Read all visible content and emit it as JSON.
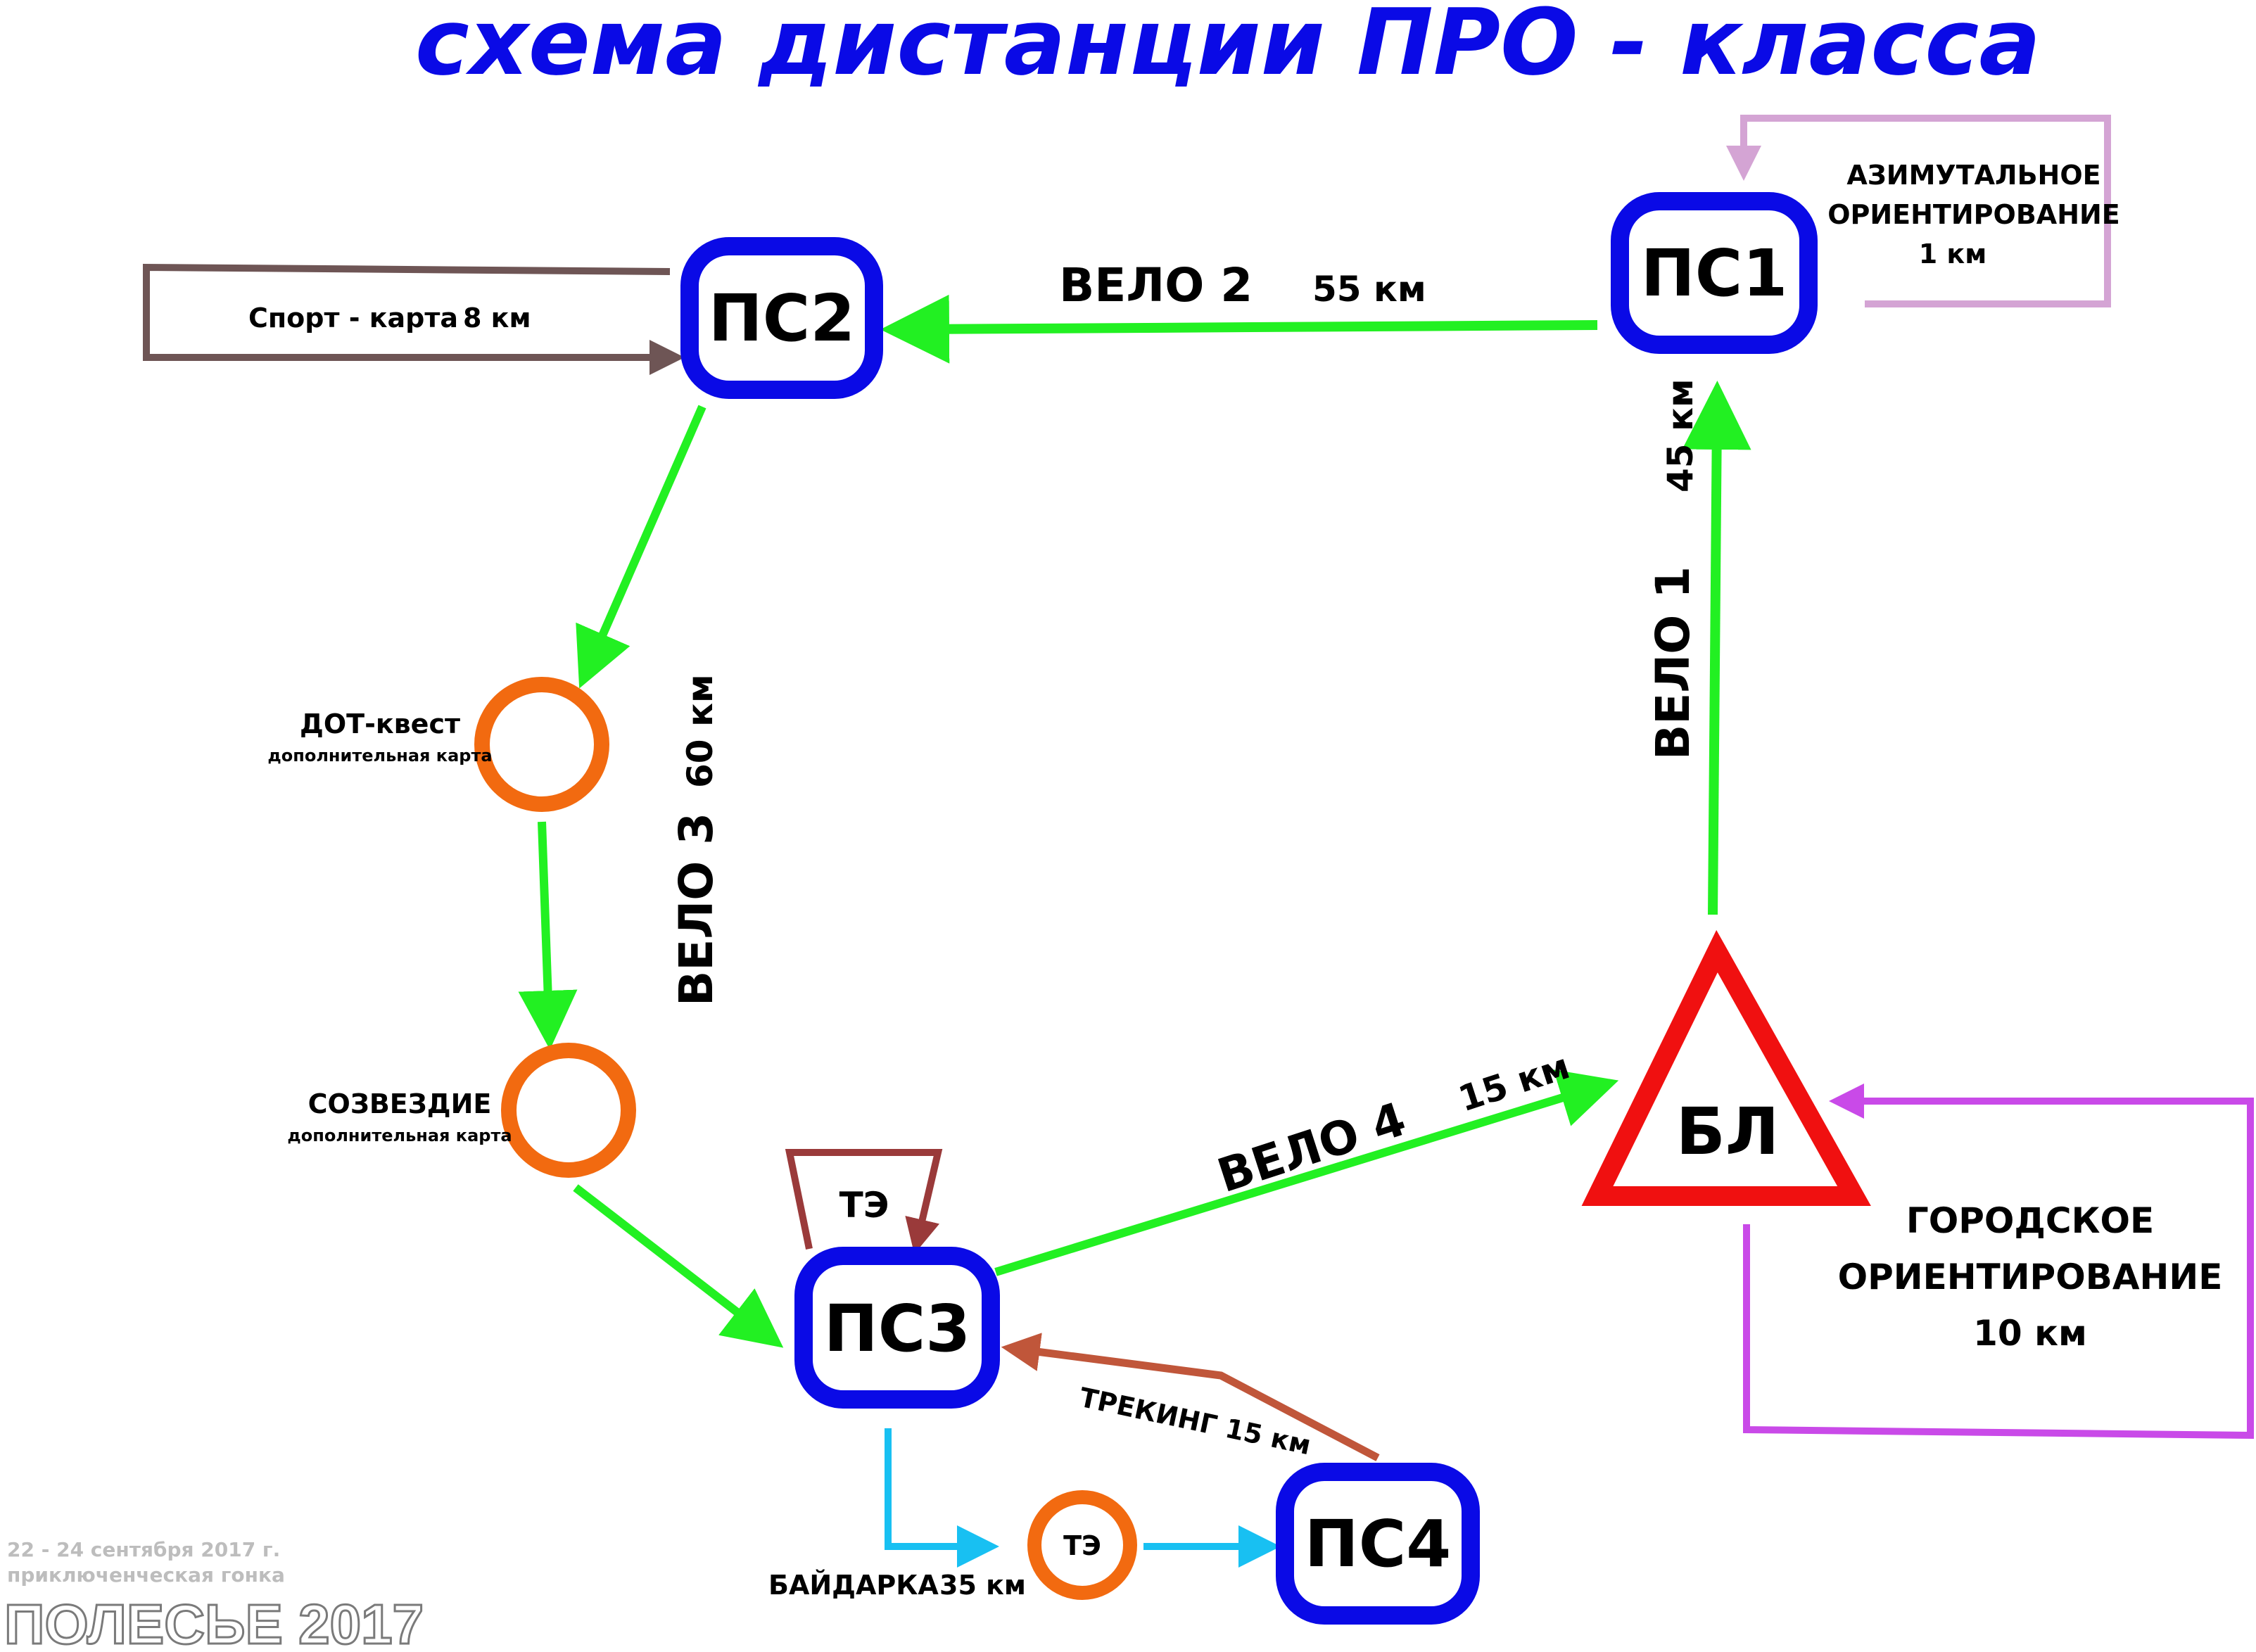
{
  "title": "схема дистанции ПРО - класса",
  "nodes": {
    "ps1": "ПС1",
    "ps2": "ПС2",
    "ps3": "ПС3",
    "ps4": "ПС4",
    "bl": "БЛ",
    "te_top": "ТЭ",
    "te_circle": "ТЭ"
  },
  "legs": {
    "velo1_name": "ВЕЛО 1",
    "velo1_dist": "45 км",
    "velo2_name": "ВЕЛО 2",
    "velo2_dist": "55 км",
    "velo3_name": "ВЕЛО 3",
    "velo3_dist": "60 км",
    "velo4_name": "ВЕЛО 4",
    "velo4_dist": "15 км",
    "trekking": "ТРЕКИНГ 15 км",
    "kayak_name": "БАЙДАРКА",
    "kayak_dist": "35 км"
  },
  "side_loops": {
    "azimuth_line1": "АЗИМУТАЛЬНОЕ",
    "azimuth_line2": "ОРИЕНТИРОВАНИЕ",
    "azimuth_line3": "1 км",
    "sport_map": "Спорт - карта",
    "sport_dist": "8 км",
    "city_line1": "ГОРОДСКОЕ",
    "city_line2": "ОРИЕНТИРОВАНИЕ",
    "city_line3": "10 км"
  },
  "extra_points": {
    "dot_quest": "ДОТ-квест",
    "dot_quest_sub": "дополнительная карта",
    "constellation": "СОЗВЕЗДИЕ",
    "constellation_sub": "дополнительная карта"
  },
  "footer": {
    "dates": "22 - 24 сентября 2017 г.",
    "subtitle": "приключенческая гонка",
    "event": "ПОЛЕСЬЕ 2017"
  },
  "colors": {
    "title": "#0a0ae6",
    "node_border": "#0a0ae6",
    "velo": "#22f022",
    "bl_triangle": "#f01010",
    "extra_point": "#f26a10",
    "azimuth_loop": "#d4a4d4",
    "sport_loop": "#6e5555",
    "city_loop": "#c94ae8",
    "trekking": "#c0563a",
    "kayak": "#18c0f2",
    "te_loop": "#9a3a3a"
  }
}
